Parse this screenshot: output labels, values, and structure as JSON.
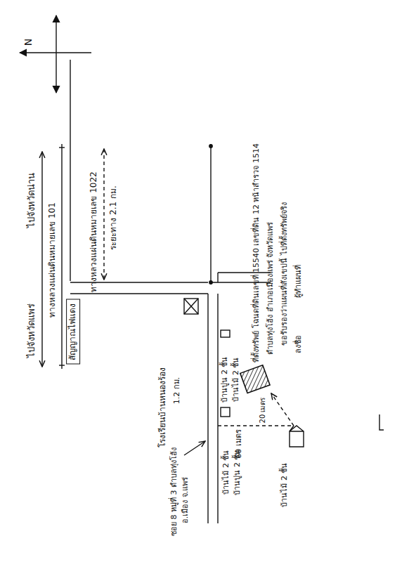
{
  "diagram": {
    "nodes": [
      {
        "text": [
          "สัญญาณไฟแดง"
        ]
      }
    ],
    "labels": [
      "N",
      "ไปจังหวัดแพร่",
      "ไปจังหวัดน่าน",
      "ทางหลวงแผ่นดินหมายเลข 101",
      "ทางหลวงแผ่นดินหมายเลข 1022",
      "ระยะทาง 2.1 กม.",
      "โรงเรียนบ้านหนองร้อง",
      "1.2 กม.",
      "บ้านปูน 2 ชั้น",
      "บ้านไม้ 2 ชั้น",
      "บ้านไม้ 2 ชั้น",
      "บ้านปูน 2 ชั้น",
      "บ้านไม้ 2 ชั้น",
      "ซอย 8 หมู่ที่ 3 ตำบลทุ่งโฮ้ง",
      "อ.เมือง จ.แพร่",
      "60 เมตร",
      "20 เมตร",
      "ที่ตั้งทรัพย์ โฉนดที่ดินเลขที่ 15540 เลขที่ดิน 12 หน้าสำรวจ 1514",
      "ตำบลทุ่งโฮ้ง อำเภอเมืองแพร่ จังหวัดแพร่",
      "ขอรับรองว่าแผนที่สังเขปนี้ ไปที่ตั้งทรัพย์จริง",
      "ลงชื่อ",
      "ผู้ทำแผนที่"
    ]
  }
}
